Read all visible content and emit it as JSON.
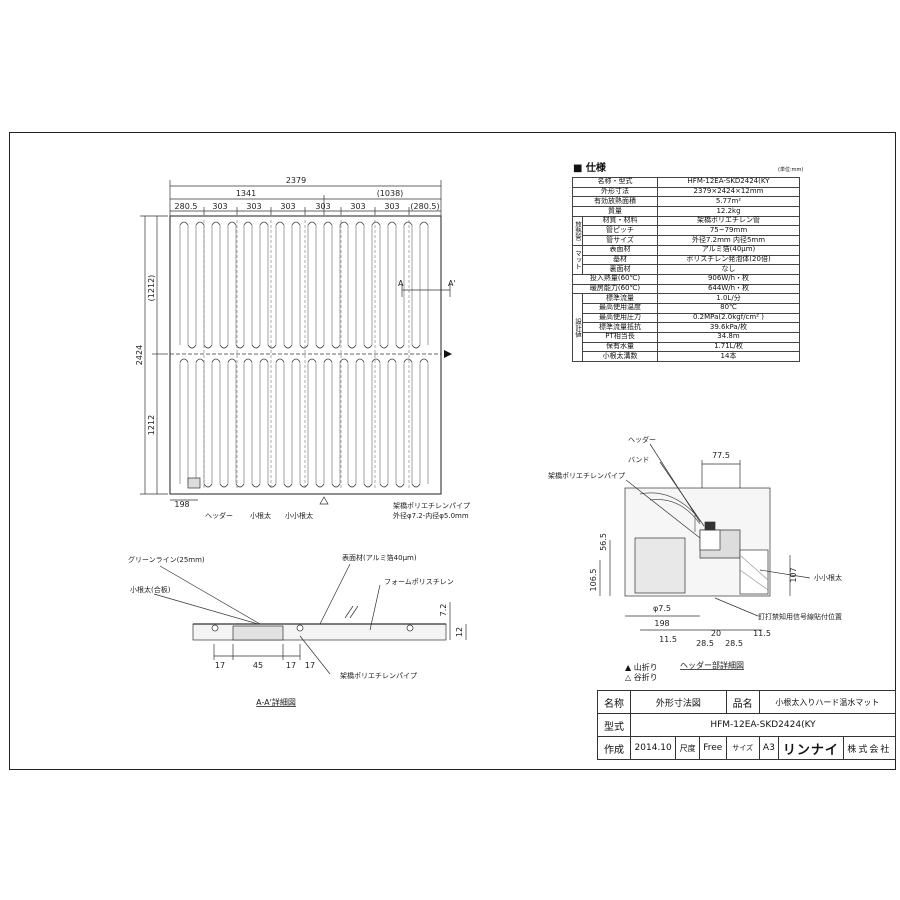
{
  "spec": {
    "title": "■ 仕様",
    "unit": "(単位:mm)",
    "groups": {
      "heat": "放熱管",
      "mat": "マット",
      "design": "設計値"
    },
    "rows": [
      {
        "label": "名称・型式",
        "value": "HFM-12EA-SKD2424(KY"
      },
      {
        "label": "外形寸法",
        "value": "2379×2424×12mm"
      },
      {
        "label": "有効放熱面積",
        "value": "5.77m²"
      },
      {
        "label": "質量",
        "value": "12.2kg"
      },
      {
        "label": "材質・材料",
        "value": "架橋ポリエチレン管"
      },
      {
        "label": "管ピッチ",
        "value": "75~79mm"
      },
      {
        "label": "管サイズ",
        "value": "外径7.2mm 内径5mm"
      },
      {
        "label": "表面材",
        "value": "アルミ箔(40μm)"
      },
      {
        "label": "基材",
        "value": "ポリスチレン発泡体(20倍)"
      },
      {
        "label": "裏面材",
        "value": "なし"
      },
      {
        "label": "投入熱量(60℃)",
        "value": "906W/h・枚"
      },
      {
        "label": "暖房能力(60℃)",
        "value": "644W/h・枚"
      },
      {
        "label": "標準流量",
        "value": "1.0L/分"
      },
      {
        "label": "最高使用温度",
        "value": "80℃"
      },
      {
        "label": "最高使用圧力",
        "value": "0.2MPa(2.0kgf/cm² )"
      },
      {
        "label": "標準流量抵抗",
        "value": "39.6kPa/枚"
      },
      {
        "label": "PT相当長",
        "value": "34.8m"
      },
      {
        "label": "保有水量",
        "value": "1.71L/枚"
      },
      {
        "label": "小根太溝数",
        "value": "14本"
      }
    ]
  },
  "plan": {
    "overall_width": "2379",
    "width_left": "1341",
    "width_right": "(1038)",
    "segments": [
      "280.5",
      "303",
      "303",
      "303",
      "303",
      "303",
      "303",
      "(280.5)"
    ],
    "overall_height": "2424",
    "height_top": "(1212)",
    "height_bottom": "1212",
    "bottom_offset": "198",
    "section_a": "A",
    "section_a2": "A'",
    "label_header": "ヘッダー",
    "label_joist": "小根太",
    "label_small_joist": "小小根太",
    "label_pipe": "架橋ポリエチレンパイプ",
    "label_pipe_size": "外径φ7.2-内径φ5.0mm"
  },
  "section": {
    "caption": "A-A'詳細図",
    "green_line": "グリーンライン(25mm)",
    "surface": "表面材(アルミ箔40μm)",
    "foam": "フォームポリスチレン",
    "joist": "小根太(合板)",
    "pipe": "架橋ポリエチレンパイプ",
    "dims": [
      "17",
      "45",
      "17",
      "17"
    ],
    "thickness": "7.2",
    "total": "12"
  },
  "header_detail": {
    "caption": "ヘッダー部詳細図",
    "header": "ヘッダー",
    "band": "バンド",
    "pipe": "架橋ポリエチレンパイプ",
    "small_small_joist": "小小根太",
    "nail": "釘打禁知用信号線貼付位置",
    "dims": {
      "w77": "77.5",
      "h56": "56.5",
      "h106": "106.5",
      "h107": "107",
      "d7": "φ7.5",
      "w198": "198",
      "b1": "11.5",
      "b2": "20",
      "b3": "11.5",
      "b4": "28.5",
      "b5": "28.5"
    }
  },
  "legend": {
    "mountain": "▲ 山折り",
    "valley": "△ 谷折り"
  },
  "title_block": {
    "name_h": "名称",
    "name": "外形寸法図",
    "product_h": "品名",
    "product": "小根太入りハード温水マット",
    "model_h": "型式",
    "model": "HFM-12EA-SKD2424(KY",
    "made_h": "作成",
    "date": "2014.10",
    "scale_h": "尺度",
    "scale": "Free",
    "size_h": "サイズ",
    "size": "A3",
    "brand": "リンナイ",
    "company": "株式会社"
  }
}
